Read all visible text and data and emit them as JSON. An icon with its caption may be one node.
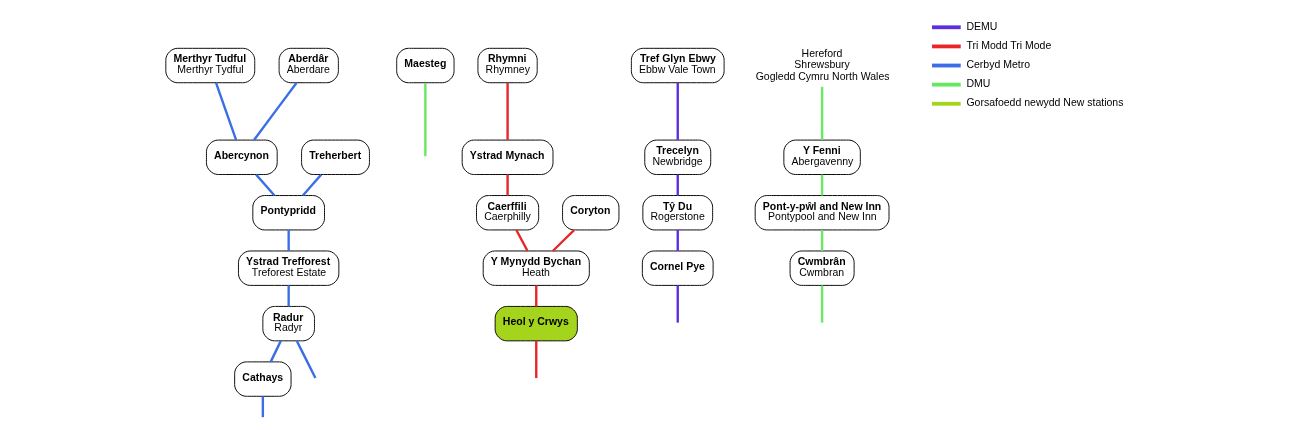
{
  "diagram": {
    "nodes": [
      {
        "text": [
          "Merthyr Tudful",
          "Merthyr Tydful"
        ]
      },
      {
        "text": [
          "Aberdâr",
          "Aberdare"
        ]
      },
      {
        "text": [
          "Treherbert"
        ]
      },
      {
        "text": [
          "Abercynon"
        ]
      },
      {
        "text": [
          "Pontypridd"
        ]
      },
      {
        "text": [
          "Ystrad Trefforest",
          "Treforest Estate"
        ]
      },
      {
        "text": [
          "Radur",
          "Radyr"
        ]
      },
      {
        "text": [
          "Cathays"
        ]
      },
      {
        "text": [
          "Maesteg"
        ]
      },
      {
        "text": [
          "Rhymni",
          "Rhymney"
        ]
      },
      {
        "text": [
          "Ystrad Mynach"
        ]
      },
      {
        "text": [
          "Caerffili",
          "Caerphilly"
        ]
      },
      {
        "text": [
          "Coryton"
        ]
      },
      {
        "text": [
          "Y Mynydd Bychan",
          "Heath"
        ]
      },
      {
        "text": [
          "Heol y Crwys"
        ]
      },
      {
        "text": [
          "Tref Glyn Ebwy",
          "Ebbw Vale Town"
        ]
      },
      {
        "text": [
          "Trecelyn",
          "Newbridge"
        ]
      },
      {
        "text": [
          "Tŷ Du",
          "Rogerstone"
        ]
      },
      {
        "text": [
          "Cornel Pye"
        ]
      },
      {
        "text": [
          "Y Fenni",
          "Abergavenny"
        ]
      },
      {
        "text": [
          "Pont-y-pŵl and New Inn",
          "Pontypool and New Inn"
        ]
      },
      {
        "text": [
          "Cwmbrân",
          "Cwmbran"
        ]
      },
      {
        "text": [
          "Hereford",
          "Shrewsbury",
          "Gogledd Cymru North Wales"
        ]
      }
    ],
    "edges": [
      {
        "from": 0,
        "to": 3,
        "arrow": "none",
        "color": "#3b6ee6"
      },
      {
        "from": 1,
        "to": 3,
        "arrow": "none",
        "color": "#3b6ee6"
      },
      {
        "from": 3,
        "to": 4,
        "arrow": "none",
        "color": "#3b6ee6"
      },
      {
        "from": 2,
        "to": 4,
        "arrow": "none",
        "color": "#3b6ee6"
      },
      {
        "from": 4,
        "to": 5,
        "arrow": "none",
        "color": "#3b6ee6"
      },
      {
        "from": 5,
        "to": 6,
        "arrow": "none",
        "color": "#3b6ee6"
      },
      {
        "from": 6,
        "to": 7,
        "arrow": "none",
        "color": "#3b6ee6"
      },
      {
        "from": 6,
        "to": null,
        "arrow": "none",
        "color": "#3b6ee6"
      },
      {
        "from": 7,
        "to": null,
        "arrow": "none",
        "color": "#3b6ee6"
      },
      {
        "from": 8,
        "to": null,
        "arrow": "none",
        "color": "#66e860"
      },
      {
        "from": 9,
        "to": 10,
        "arrow": "none",
        "color": "#e8262a"
      },
      {
        "from": 10,
        "to": 11,
        "arrow": "none",
        "color": "#e8262a"
      },
      {
        "from": 11,
        "to": 13,
        "arrow": "none",
        "color": "#e8262a"
      },
      {
        "from": 12,
        "to": 13,
        "arrow": "none",
        "color": "#e8262a"
      },
      {
        "from": 13,
        "to": 14,
        "arrow": "none",
        "color": "#e8262a"
      },
      {
        "from": 14,
        "to": null,
        "arrow": "none",
        "color": "#e8262a"
      },
      {
        "from": 15,
        "to": 16,
        "arrow": "none",
        "color": "#5b2ee0"
      },
      {
        "from": 16,
        "to": 17,
        "arrow": "none",
        "color": "#5b2ee0"
      },
      {
        "from": 17,
        "to": 18,
        "arrow": "none",
        "color": "#5b2ee0"
      },
      {
        "from": 18,
        "to": null,
        "arrow": "none",
        "color": "#5b2ee0"
      },
      {
        "from": 22,
        "to": 19,
        "arrow": "none",
        "color": "#66e860"
      },
      {
        "from": 19,
        "to": 20,
        "arrow": "none",
        "color": "#66e860"
      },
      {
        "from": 20,
        "to": 21,
        "arrow": "none",
        "color": "#66e860"
      },
      {
        "from": 21,
        "to": null,
        "arrow": "none",
        "color": "#66e860"
      }
    ],
    "legend": [
      {
        "text": "DEMU"
      },
      {
        "text": "Tri Modd Tri Mode"
      },
      {
        "text": "Cerbyd Metro"
      },
      {
        "text": "DMU"
      },
      {
        "text": "Gorsafoedd newydd New stations"
      }
    ]
  }
}
